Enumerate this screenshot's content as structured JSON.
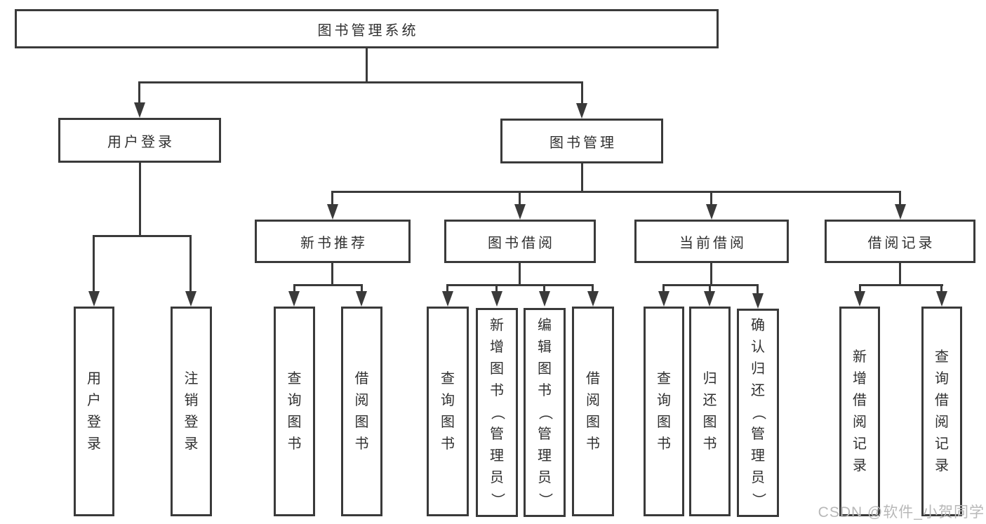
{
  "diagram": {
    "root": {
      "label": "图书管理系统"
    },
    "level2": {
      "user_login": {
        "label": "用户登录"
      },
      "book_mgmt": {
        "label": "图书管理"
      }
    },
    "level3": {
      "new_book_rec": {
        "label": "新书推荐"
      },
      "book_borrow": {
        "label": "图书借阅"
      },
      "current_borrow": {
        "label": "当前借阅"
      },
      "borrow_records": {
        "label": "借阅记录"
      }
    },
    "leaves": {
      "user_login": "用户登录",
      "logout": "注销登录",
      "rec_query_books": "查询图书",
      "rec_borrow_books": "借阅图书",
      "bb_query_books": "查询图书",
      "bb_add_books": "新增图书（管理员）",
      "bb_edit_books": "编辑图书（管理员）",
      "bb_borrow_books": "借阅图书",
      "cb_query_books": "查询图书",
      "cb_return_books": "归还图书",
      "cb_confirm_return": "确认归还（管理员）",
      "br_add_record": "新增借阅记录",
      "br_query_record": "查询借阅记录"
    }
  },
  "watermark": "CSDN @软件_小贺同学",
  "colors": {
    "line": "#3a3a3a",
    "text": "#303030",
    "background": "#ffffff",
    "watermark": "#b8b8b8"
  }
}
